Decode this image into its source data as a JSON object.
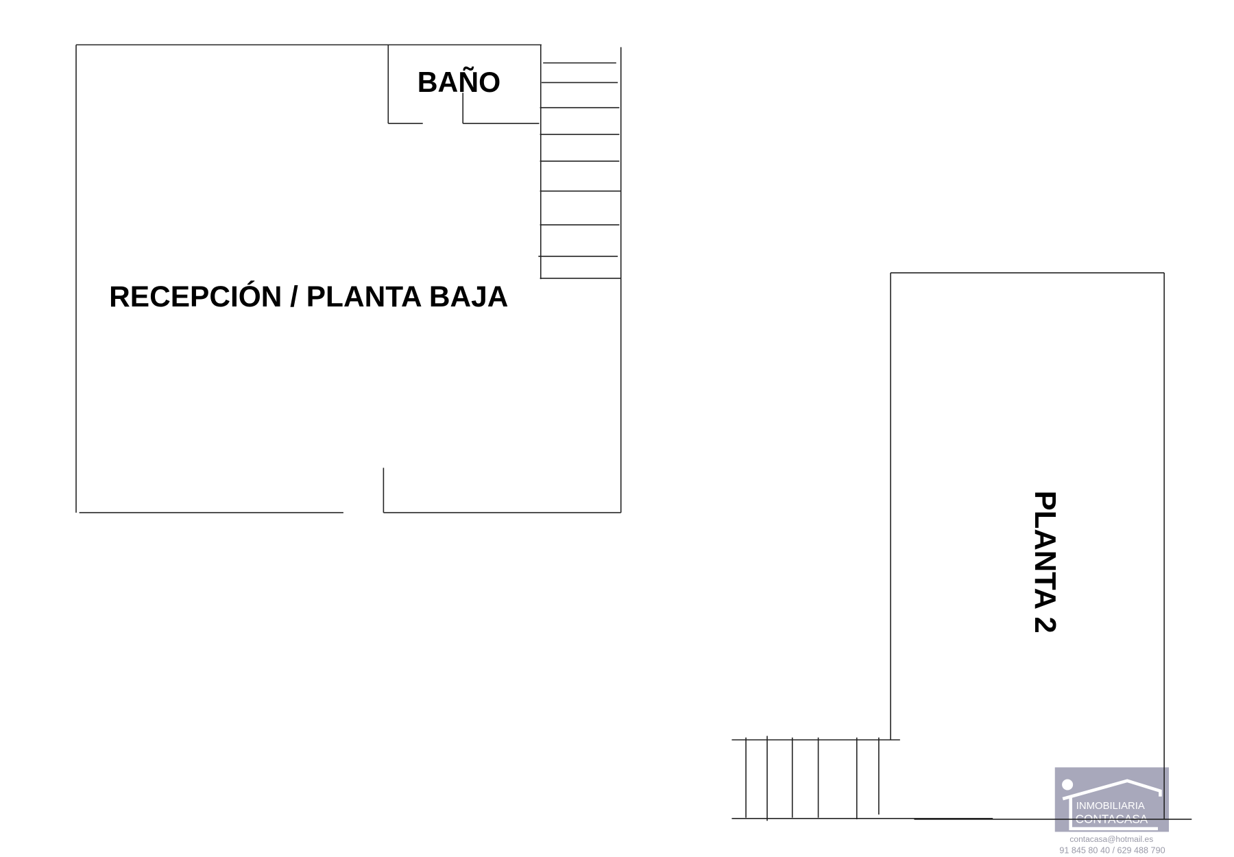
{
  "labels": {
    "bathroom": "BAÑO",
    "ground_floor": "RECEPCIÓN / PLANTA BAJA",
    "second_floor": "PLANTA 2"
  },
  "logo": {
    "line1": "INMOBILIARIA",
    "line2": "CONTACASA",
    "email": "contacasa@hotmail.es",
    "phones": "91 845 80 40 / 629 488 790",
    "color": "#a8a8bb"
  }
}
